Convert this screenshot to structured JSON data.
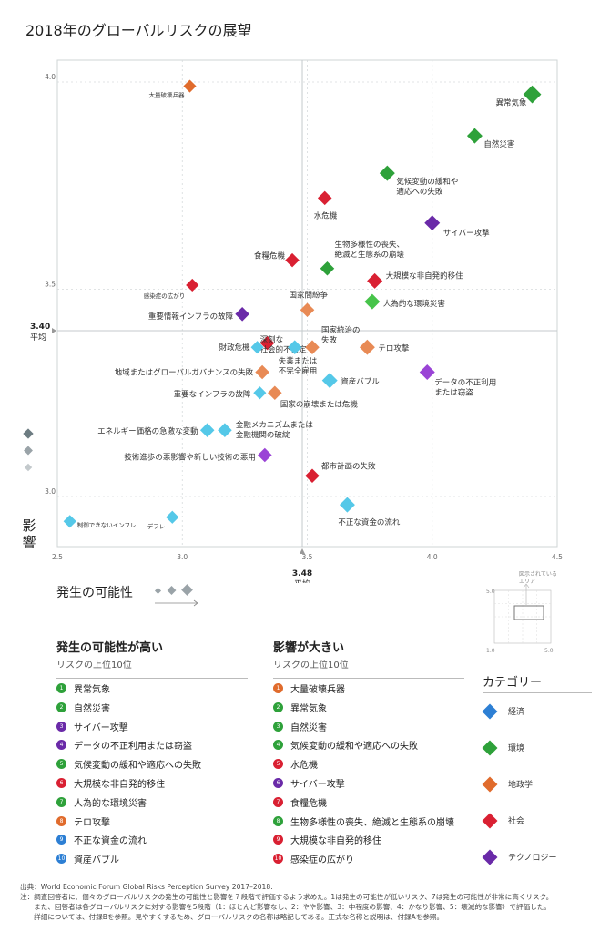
{
  "title": "2018年のグローバルリスクの展望",
  "colors": {
    "economic": "#2d7fd4",
    "environmental": "#2ea13a",
    "geopolitical": "#e06b2c",
    "societal": "#d92032",
    "technological": "#6a2aa8",
    "environmental_light": "#47c44a",
    "economic_light": "#55c8e8",
    "geopolitical_light": "#e88a55",
    "technological_light": "#9a44d6"
  },
  "chart_data": {
    "type": "scatter",
    "xlim": [
      2.5,
      4.5
    ],
    "ylim": [
      2.85,
      4.05
    ],
    "x_ticks": [
      "2.5",
      "3.0",
      "3.5",
      "4.0",
      "4.5"
    ],
    "y_ticks": [
      "3.0",
      "3.5",
      "4.0"
    ],
    "y_tick_values": [
      3.0,
      3.5,
      4.0
    ],
    "x_tick_values": [
      2.5,
      3.0,
      3.5,
      4.0,
      4.5
    ],
    "x_mean": 3.48,
    "y_mean": 3.4,
    "x_mean_label": "3.48",
    "x_mean_sub": "平均",
    "y_mean_label": "3.40",
    "y_mean_sub": "平均",
    "ylabel": "影響",
    "xlabel": "発生の可能性",
    "points": [
      {
        "label": "大量破壊兵器",
        "x": 3.03,
        "y": 3.99,
        "color": "#e06b2c",
        "size": 10
      },
      {
        "label": "異常気象",
        "x": 4.4,
        "y": 3.97,
        "color": "#2ea13a",
        "size": 14
      },
      {
        "label": "自然災害",
        "x": 4.17,
        "y": 3.87,
        "color": "#2ea13a",
        "size": 12
      },
      {
        "label": "気候変動の緩和や\n適応への失敗",
        "x": 3.82,
        "y": 3.78,
        "color": "#2ea13a",
        "size": 12
      },
      {
        "label": "水危機",
        "x": 3.57,
        "y": 3.72,
        "color": "#d92032",
        "size": 11
      },
      {
        "label": "サイバー攻撃",
        "x": 4.0,
        "y": 3.66,
        "color": "#6a2aa8",
        "size": 12
      },
      {
        "label": "食糧危機",
        "x": 3.44,
        "y": 3.57,
        "color": "#d92032",
        "size": 11
      },
      {
        "label": "生物多様性の喪失、\n絶滅と生態系の崩壊",
        "x": 3.58,
        "y": 3.55,
        "color": "#2ea13a",
        "size": 11
      },
      {
        "label": "大規模な非自発的移住",
        "x": 3.77,
        "y": 3.52,
        "color": "#d92032",
        "size": 12
      },
      {
        "label": "感染症の広がり",
        "x": 3.04,
        "y": 3.51,
        "color": "#d92032",
        "size": 10
      },
      {
        "label": "国家間紛争",
        "x": 3.5,
        "y": 3.45,
        "color": "#e88a55",
        "size": 11
      },
      {
        "label": "人為的な環境災害",
        "x": 3.76,
        "y": 3.47,
        "color": "#47c44a",
        "size": 12
      },
      {
        "label": "重要情報インフラの故障",
        "x": 3.24,
        "y": 3.44,
        "color": "#6a2aa8",
        "size": 11
      },
      {
        "label": "深刻な\n社会的不安定",
        "x": 3.34,
        "y": 3.37,
        "color": "#d92032",
        "size": 11
      },
      {
        "label": "財政危機",
        "x": 3.3,
        "y": 3.36,
        "color": "#55c8e8",
        "size": 10
      },
      {
        "label": "失業または\n不完全雇用",
        "x": 3.45,
        "y": 3.36,
        "color": "#55c8e8",
        "size": 11
      },
      {
        "label": "国家統治の\n失敗",
        "x": 3.52,
        "y": 3.36,
        "color": "#e88a55",
        "size": 11
      },
      {
        "label": "テロ攻撃",
        "x": 3.74,
        "y": 3.36,
        "color": "#e88a55",
        "size": 12
      },
      {
        "label": "地域またはグローバルガバナンスの失敗",
        "x": 3.32,
        "y": 3.3,
        "color": "#e88a55",
        "size": 11
      },
      {
        "label": "資産バブル",
        "x": 3.59,
        "y": 3.28,
        "color": "#55c8e8",
        "size": 12
      },
      {
        "label": "データの不正利用\nまたは窃盗",
        "x": 3.98,
        "y": 3.3,
        "color": "#9a44d6",
        "size": 12
      },
      {
        "label": "重要なインフラの故障",
        "x": 3.31,
        "y": 3.25,
        "color": "#55c8e8",
        "size": 10
      },
      {
        "label": "国家の崩壊または危機",
        "x": 3.37,
        "y": 3.25,
        "color": "#e88a55",
        "size": 11
      },
      {
        "label": "エネルギー価格の急激な変動",
        "x": 3.1,
        "y": 3.16,
        "color": "#55c8e8",
        "size": 11
      },
      {
        "label": "金融メカニズムまたは\n金融機関の破綻",
        "x": 3.17,
        "y": 3.16,
        "color": "#55c8e8",
        "size": 11
      },
      {
        "label": "技術進歩の悪影響や新しい技術の悪用",
        "x": 3.33,
        "y": 3.1,
        "color": "#9a44d6",
        "size": 11
      },
      {
        "label": "都市計画の失敗",
        "x": 3.52,
        "y": 3.05,
        "color": "#d92032",
        "size": 11
      },
      {
        "label": "不正な資金の流れ",
        "x": 3.66,
        "y": 2.98,
        "color": "#55c8e8",
        "size": 12
      },
      {
        "label": "制御できないインフレ",
        "x": 2.55,
        "y": 2.94,
        "color": "#55c8e8",
        "size": 10
      },
      {
        "label": "デフレ",
        "x": 2.96,
        "y": 2.95,
        "color": "#55c8e8",
        "size": 10
      }
    ]
  },
  "minimap": {
    "caption": "図示されている\nエリア",
    "y_top": "5.0",
    "x_left": "1.0",
    "x_right": "5.0"
  },
  "likelihood_col": {
    "title": "発生の可能性が高い",
    "subtitle": "リスクの上位10位",
    "items": [
      {
        "num": "1",
        "label": "異常気象",
        "color": "#2ea13a"
      },
      {
        "num": "2",
        "label": "自然災害",
        "color": "#2ea13a"
      },
      {
        "num": "3",
        "label": "サイバー攻撃",
        "color": "#6a2aa8"
      },
      {
        "num": "4",
        "label": "データの不正利用または窃盗",
        "color": "#6a2aa8"
      },
      {
        "num": "5",
        "label": "気候変動の緩和や適応への失敗",
        "color": "#2ea13a"
      },
      {
        "num": "6",
        "label": "大規模な非自発的移住",
        "color": "#d92032"
      },
      {
        "num": "7",
        "label": "人為的な環境災害",
        "color": "#2ea13a"
      },
      {
        "num": "8",
        "label": "テロ攻撃",
        "color": "#e06b2c"
      },
      {
        "num": "9",
        "label": "不正な資金の流れ",
        "color": "#2d7fd4"
      },
      {
        "num": "10",
        "label": "資産バブル",
        "color": "#2d7fd4"
      }
    ]
  },
  "impact_col": {
    "title": "影響が大きい",
    "subtitle": "リスクの上位10位",
    "items": [
      {
        "num": "1",
        "label": "大量破壊兵器",
        "color": "#e06b2c"
      },
      {
        "num": "2",
        "label": "異常気象",
        "color": "#2ea13a"
      },
      {
        "num": "3",
        "label": "自然災害",
        "color": "#2ea13a"
      },
      {
        "num": "4",
        "label": "気候変動の緩和や適応への失敗",
        "color": "#2ea13a"
      },
      {
        "num": "5",
        "label": "水危機",
        "color": "#d92032"
      },
      {
        "num": "6",
        "label": "サイバー攻撃",
        "color": "#6a2aa8"
      },
      {
        "num": "7",
        "label": "食糧危機",
        "color": "#d92032"
      },
      {
        "num": "8",
        "label": "生物多様性の喪失、絶滅と生態系の崩壊",
        "color": "#2ea13a"
      },
      {
        "num": "9",
        "label": "大規模な非自発的移住",
        "color": "#d92032"
      },
      {
        "num": "10",
        "label": "感染症の広がり",
        "color": "#d92032"
      }
    ]
  },
  "categories": {
    "title": "カテゴリー",
    "items": [
      {
        "label": "経済",
        "color": "#2d7fd4"
      },
      {
        "label": "環境",
        "color": "#2ea13a"
      },
      {
        "label": "地政学",
        "color": "#e06b2c"
      },
      {
        "label": "社会",
        "color": "#d92032"
      },
      {
        "label": "テクノロジー",
        "color": "#6a2aa8"
      }
    ]
  },
  "footer": {
    "source": "出典：World Economic Forum Global Risks Perception Survey 2017–2018.",
    "note1": "注：調査回答者に、個々のグローバルリスクの発生の可能性と影響を７段階で評価するよう求めた。1は発生の可能性が低いリスク、7は発生の可能性が非常に高くリスク。",
    "note2": "　　また、回答者は各グローバルリスクに対する影響を5段階（1：ほとんど影響なし、2：やや影響、3：中程度の影響、4：かなり影響、5：壊滅的な影響）で評価した。",
    "note3": "　　詳細については、付録Bを参照。見やすくするため、グローバルリスクの名称は略記してある。正式な名称と説明は、付録Aを参照。"
  }
}
